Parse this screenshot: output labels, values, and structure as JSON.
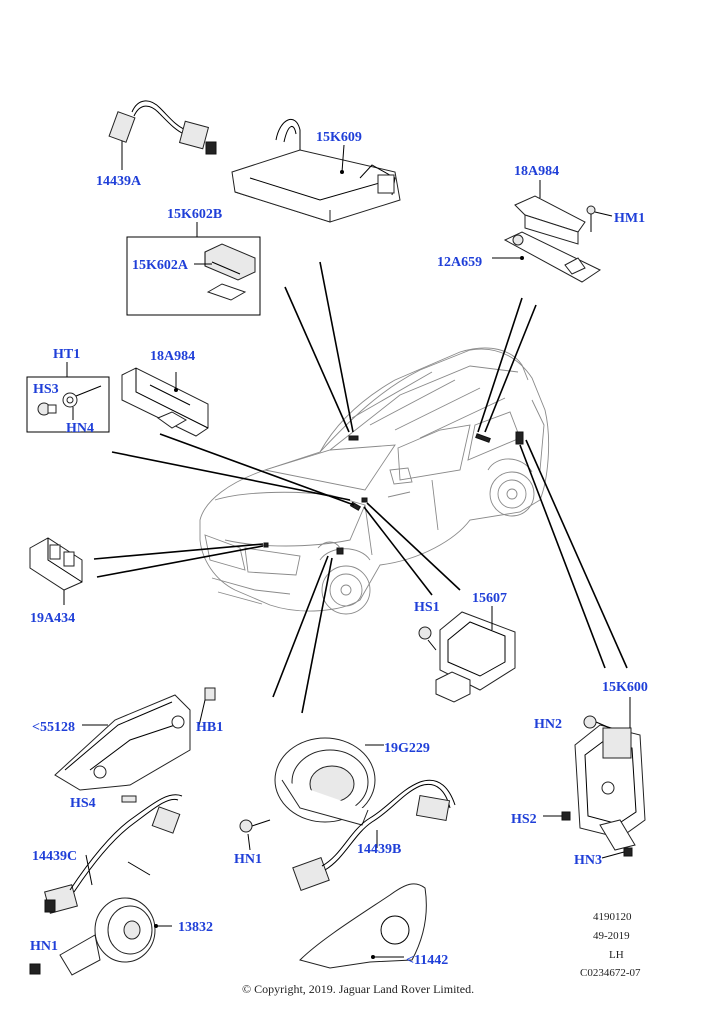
{
  "labels": {
    "p14439A": "14439A",
    "p15K609": "15K609",
    "p15K602B": "15K602B",
    "p15K602A": "15K602A",
    "p18A984_top": "18A984",
    "pHM1": "HM1",
    "p12A659": "12A659",
    "pHT1": "HT1",
    "pHS3": "HS3",
    "pHN4": "HN4",
    "p18A984_left": "18A984",
    "p19A434": "19A434",
    "pHS1": "HS1",
    "p15607": "15607",
    "p15K600": "15K600",
    "pHN2": "HN2",
    "pHS2": "HS2",
    "pHN3": "HN3",
    "p55128": "<55128",
    "pHB1": "HB1",
    "pHS4": "HS4",
    "p14439C": "14439C",
    "p13832": "13832",
    "pHN1_left": "HN1",
    "p19G229": "19G229",
    "pHN1_mid": "HN1",
    "p14439B": "14439B",
    "p11442": "<11442"
  },
  "meta": {
    "line1": "4190120",
    "line2": "49-2019",
    "line3": "LH",
    "line4": "C0234672-07"
  },
  "copyright": "© Copyright, 2019. Jaguar Land Rover Limited."
}
